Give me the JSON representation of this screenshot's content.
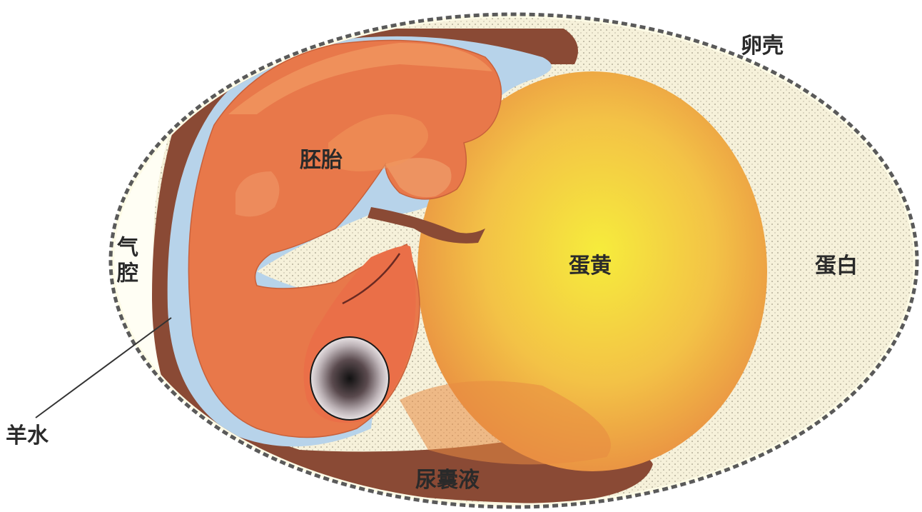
{
  "labels": {
    "shell": "卵壳",
    "air_cell": "气腔",
    "embryo": "胚胎",
    "yolk": "蛋黄",
    "albumen": "蛋白",
    "amniotic_fluid": "羊水",
    "allantoic_fluid": "尿囊液"
  },
  "colors": {
    "shell_outline": "#5a5a5a",
    "albumen": "#f5f0d8",
    "allantois": "#8a4a35",
    "amnion": "#b9d4ea",
    "embryo": "#e8784a",
    "yolk_center": "#f5e840",
    "yolk_edge": "#e88a40",
    "eye_dark": "#1a1a1a"
  }
}
